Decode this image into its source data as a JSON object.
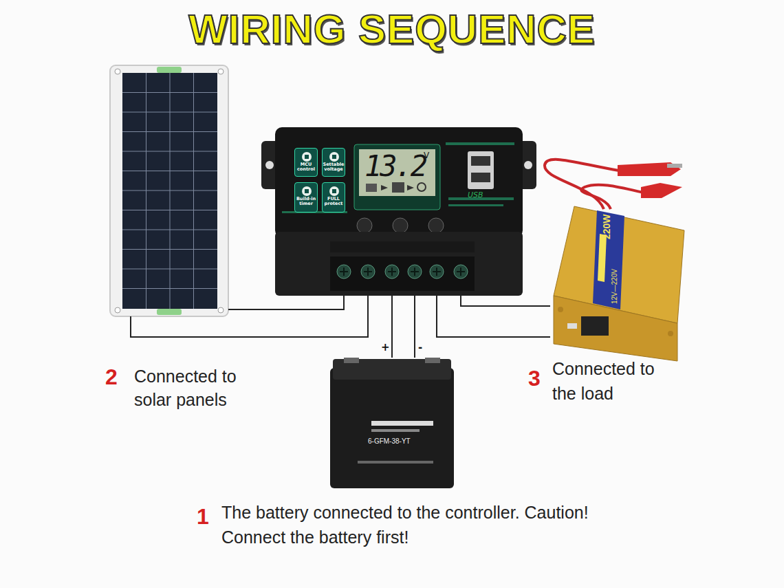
{
  "diagram": {
    "title": "WIRING SEQUENCE",
    "nodes": [
      {
        "text": [
          "13.2",
          "V",
          "USB"
        ]
      },
      {
        "text": [
          "MCU control"
        ],
        "in": 0
      },
      {
        "text": [
          "Settable voltage"
        ],
        "in": 0
      },
      {
        "text": [
          "Build-in timer"
        ],
        "in": 0
      },
      {
        "text": [
          "FULL protect"
        ],
        "in": 0
      },
      {
        "text": [
          "220W",
          "12V—220V"
        ]
      },
      {
        "text": [
          "6-GFM-38-YT"
        ]
      }
    ],
    "edges": [
      {
        "from": 0,
        "to": 6,
        "arrow": "none",
        "label": "+"
      },
      {
        "from": 0,
        "to": 6,
        "arrow": "none",
        "label": "-"
      },
      {
        "from": 0,
        "to": 5,
        "arrow": "none"
      },
      {
        "from": 0,
        "to": 5,
        "arrow": "none"
      }
    ],
    "labels": [
      "2",
      "Connected to solar panels",
      "3",
      "Connected to the load",
      "1",
      "The battery connected to the controller. Caution! Connect the battery first!"
    ]
  }
}
